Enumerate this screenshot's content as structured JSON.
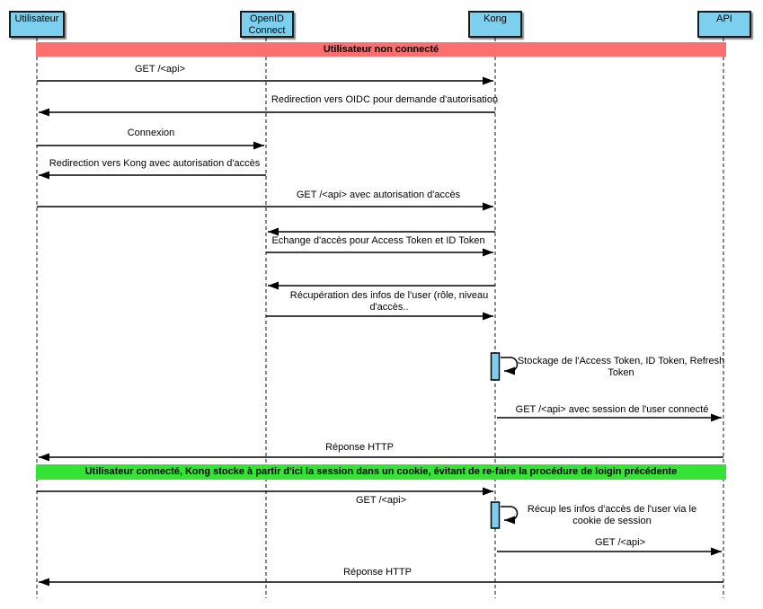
{
  "diagram_type": "uml-sequence-diagram",
  "actors": [
    {
      "name": "Utilisateur"
    },
    {
      "name": "OpenID Connect"
    },
    {
      "name": "Kong"
    },
    {
      "name": "API"
    }
  ],
  "bands": [
    {
      "label": "Utilisateur non connecté",
      "color": "#fb6f6f"
    },
    {
      "label": "Utilisateur connecté, Kong stocke à partir d'ici la session dans un cookie, évitant de re-faire la procédure de loigin précédente",
      "color": "#35e335"
    }
  ],
  "messages": [
    {
      "label": "GET /<api>",
      "from": "Utilisateur",
      "to": "Kong"
    },
    {
      "label": "Redirection vers OIDC pour demande d'autorisation",
      "from": "Kong",
      "to": "Utilisateur"
    },
    {
      "label": "Connexion",
      "from": "Utilisateur",
      "to": "OpenID Connect"
    },
    {
      "label": "Redirection vers Kong avec autorisation d'accès",
      "from": "OpenID Connect",
      "to": "Utilisateur"
    },
    {
      "label": "GET /<api> avec autorisation d'accès",
      "from": "Utilisateur",
      "to": "Kong"
    },
    {
      "label": "",
      "from": "Kong",
      "to": "OpenID Connect"
    },
    {
      "label": "Echange d'accès pour Access Token et ID Token",
      "from": "OpenID Connect",
      "to": "Kong"
    },
    {
      "label": "",
      "from": "Kong",
      "to": "OpenID Connect"
    },
    {
      "label": "Récupération des infos de l'user (rôle, niveau d'accès..",
      "from": "OpenID Connect",
      "to": "Kong"
    },
    {
      "label": "Stockage de l'Access Token, ID Token, Refresh Token",
      "from": "Kong",
      "to": "Kong",
      "self_message": true
    },
    {
      "label": "GET /<api> avec session de l'user connecté",
      "from": "Kong",
      "to": "API"
    },
    {
      "label": "Réponse HTTP",
      "from": "API",
      "to": "Utilisateur"
    },
    {
      "label": "GET /<api>",
      "from": "Utilisateur",
      "to": "Kong"
    },
    {
      "label": "Récup les infos d'accès de l'user via le cookie de session",
      "from": "Kong",
      "to": "Kong",
      "self_message": true
    },
    {
      "label": "GET /<api>",
      "from": "Kong",
      "to": "API"
    },
    {
      "label": "Réponse HTTP",
      "from": "API",
      "to": "Utilisateur"
    }
  ],
  "colors": {
    "actor_fill": "#7ccfed",
    "band_not_connected": "#fb6f6f",
    "band_connected": "#35e335",
    "line": "#000000",
    "lifeline": "#4a4a4a",
    "background": "#ffffff"
  }
}
